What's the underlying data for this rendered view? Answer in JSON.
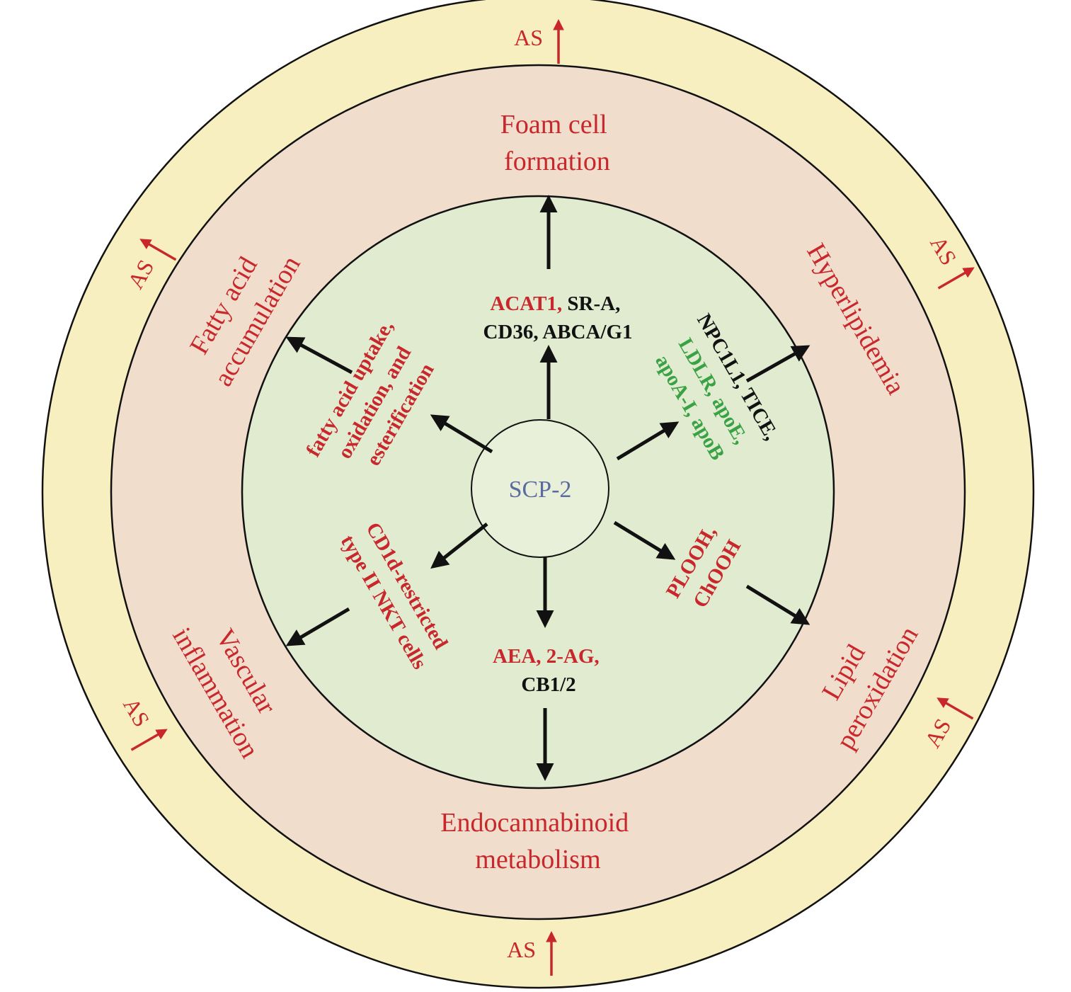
{
  "colors": {
    "outer_ring": "#f8efc0",
    "middle_ring": "#f0ddcc",
    "inner_disk": "#e0ebd0",
    "center_disk": "#e8f0da",
    "label_red": "#c8272b",
    "label_green": "#3aa244",
    "label_black": "#111111",
    "arrow": "#111111"
  },
  "center": {
    "label": "SCP-2"
  },
  "as_label": "AS",
  "outer": {
    "foam_cell": [
      "Foam cell",
      "formation"
    ],
    "hyperlipidemia": [
      "Hyperlipidemia"
    ],
    "lipid_peroxidation": [
      "Lipid",
      "peroxidation"
    ],
    "endocannabinoid": [
      "Endocannabinoid",
      "metabolism"
    ],
    "vascular_inflammation": [
      "Vascular",
      "inflammation"
    ],
    "fatty_acid_accumulation": [
      "Fatty acid",
      "accumulation"
    ]
  },
  "inner": {
    "acat": {
      "line1_red": "ACAT1,",
      "line1_black": " SR-A,",
      "line2": "CD36, ABCA/G1"
    },
    "npc": {
      "line1": "NPC1L1, TICE,",
      "line2": "LDLR, apoE,",
      "line3": "apoA-I, apoB"
    },
    "plooh": {
      "line1": "PLOOH,",
      "line2": "ChOOH"
    },
    "aea": {
      "line1": "AEA, 2-AG,",
      "line2": "CB1/2"
    },
    "cd1d": {
      "line1": "CD1d-restricted",
      "line2": "type II NKT cells"
    },
    "fatty_uptake": {
      "line1": "fatty acid uptake,",
      "line2": "oxidation, and",
      "line3": "esterification"
    }
  }
}
